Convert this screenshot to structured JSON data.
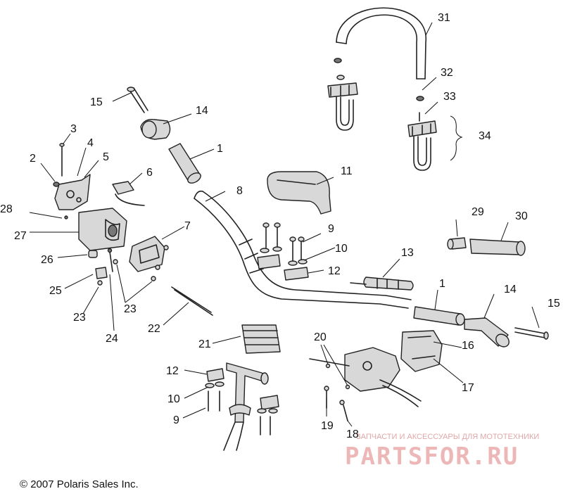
{
  "callouts": {
    "c1a": "1",
    "c1b": "1",
    "c2": "2",
    "c3": "3",
    "c4": "4",
    "c5": "5",
    "c6": "6",
    "c7": "7",
    "c8": "8",
    "c9a": "9",
    "c9b": "9",
    "c10a": "10",
    "c10b": "10",
    "c11": "11",
    "c12a": "12",
    "c12b": "12",
    "c13": "13",
    "c14a": "14",
    "c14b": "14",
    "c15a": "15",
    "c15b": "15",
    "c16": "16",
    "c17": "17",
    "c18": "18",
    "c19": "19",
    "c20": "20",
    "c21": "21",
    "c22": "22",
    "c23a": "23",
    "c23b": "23",
    "c24": "24",
    "c25": "25",
    "c26": "26",
    "c27": "27",
    "c28": "28",
    "c29": "29",
    "c30": "30",
    "c31": "31",
    "c32": "32",
    "c33": "33",
    "c34": "34"
  },
  "copyright": "© 2007 Polaris Sales Inc.",
  "watermark": {
    "tagline": "ЗАПЧАСТИ И АКСЕССУАРЫ ДЛЯ МОТОТЕХНИКИ",
    "brand": "PARTSFOR.RU"
  },
  "colors": {
    "line": "#222222",
    "watermark": "#cc3333"
  }
}
